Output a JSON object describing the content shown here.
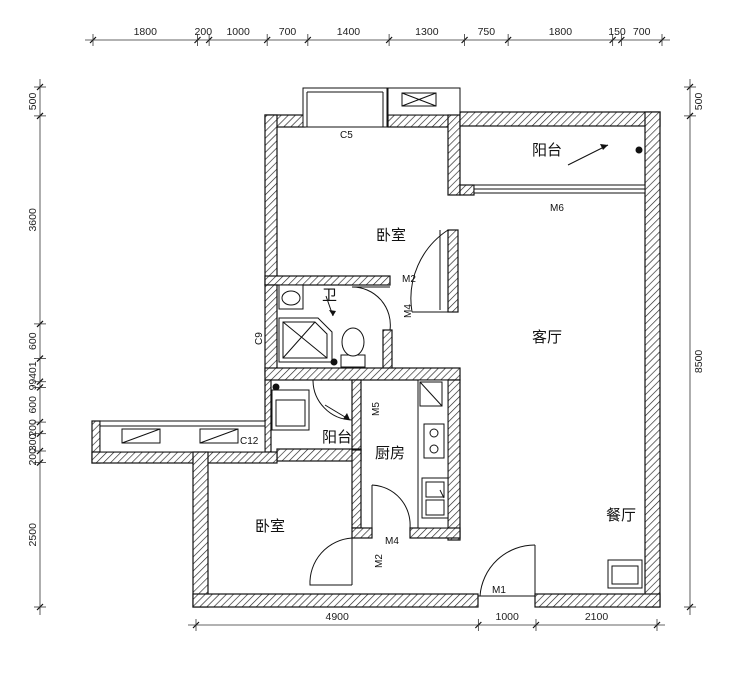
{
  "dims": {
    "top": [
      {
        "label": "1800",
        "mm": 1800
      },
      {
        "label": "200",
        "mm": 200
      },
      {
        "label": "1000",
        "mm": 1000
      },
      {
        "label": "700",
        "mm": 700
      },
      {
        "label": "1400",
        "mm": 1400
      },
      {
        "label": "1300",
        "mm": 1300
      },
      {
        "label": "750",
        "mm": 750
      },
      {
        "label": "1800",
        "mm": 1800
      },
      {
        "label": "150",
        "mm": 150
      },
      {
        "label": "700",
        "mm": 700
      }
    ],
    "bottom": [
      {
        "label": "4900",
        "mm": 4900
      },
      {
        "label": "1000",
        "mm": 1000
      },
      {
        "label": "2100",
        "mm": 2100
      }
    ],
    "left": [
      {
        "label": "500",
        "mm": 500
      },
      {
        "label": "3600",
        "mm": 3600
      },
      {
        "label": "600",
        "mm": 600
      },
      {
        "label": "401",
        "mm": 401
      },
      {
        "label": "99",
        "mm": 99
      },
      {
        "label": "600",
        "mm": 600
      },
      {
        "label": "200",
        "mm": 200
      },
      {
        "label": "300",
        "mm": 300
      },
      {
        "label": "200",
        "mm": 200
      },
      {
        "label": "2500",
        "mm": 2500
      }
    ],
    "right": [
      {
        "label": "500",
        "mm": 500
      },
      {
        "label": "8500",
        "mm": 8500
      }
    ]
  },
  "rooms": {
    "bedroom_top": "卧室",
    "balcony_top": "阳台",
    "bathroom": "卫",
    "living": "客厅",
    "balcony_small": "阳台",
    "kitchen": "厨房",
    "dining": "餐厅",
    "bedroom_bottom": "卧室"
  },
  "tags": {
    "c5": "C5",
    "m6": "M6",
    "m2_top": "M2",
    "m4_top": "M4",
    "c9": "C9",
    "m5": "M5",
    "c12": "C12",
    "m4_bottom": "M4",
    "m2_bottom": "M2",
    "m1": "M1"
  }
}
